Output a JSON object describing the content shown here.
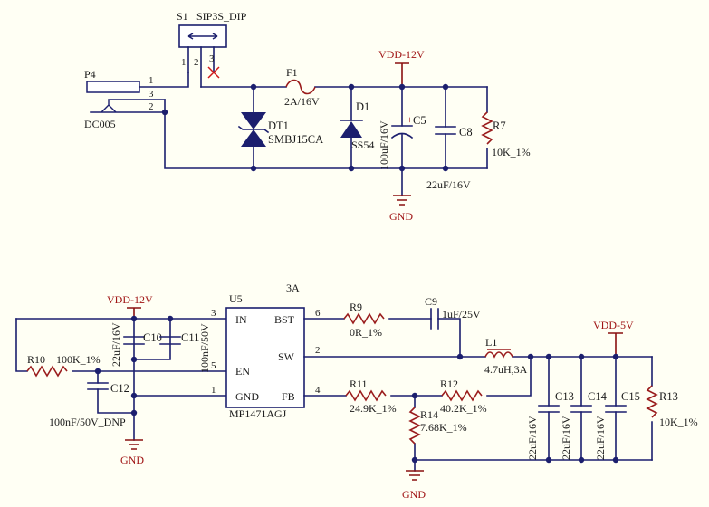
{
  "top": {
    "s1": {
      "ref": "S1",
      "value": "SIP3S_DIP",
      "pins": [
        "1",
        "2",
        "3"
      ]
    },
    "p4": {
      "ref": "P4",
      "value": "DC005",
      "pins": [
        "1",
        "3",
        "2"
      ]
    },
    "f1": {
      "ref": "F1",
      "value": "2A/16V"
    },
    "dt1": {
      "ref": "DT1",
      "value": "SMBJ15CA"
    },
    "d1": {
      "ref": "D1",
      "value": "SS54"
    },
    "c5": {
      "ref": "C5",
      "value": "100uF/16V",
      "polarity": "+"
    },
    "c8": {
      "ref": "C8",
      "value": "22uF/16V"
    },
    "r7": {
      "ref": "R7",
      "value": "10K_1%"
    },
    "vdd": "VDD-12V",
    "gnd": "GND"
  },
  "bottom": {
    "vdd_in": "VDD-12V",
    "vdd_out": "VDD-5V",
    "gnd_left": "GND",
    "gnd_mid": "GND",
    "note": "3A",
    "u5": {
      "ref": "U5",
      "value": "MP1471AGJ",
      "pins": {
        "in": "IN",
        "en": "EN",
        "gnd": "GND",
        "bst": "BST",
        "sw": "SW",
        "fb": "FB"
      },
      "pin_numbers": {
        "in": "3",
        "en": "5",
        "gnd": "1",
        "bst": "6",
        "sw": "2",
        "fb": "4"
      }
    },
    "r9": {
      "ref": "R9",
      "value": "0R_1%"
    },
    "c9": {
      "ref": "C9",
      "value": "1uF/25V"
    },
    "l1": {
      "ref": "L1",
      "value": "4.7uH,3A"
    },
    "r10": {
      "ref": "R10",
      "value": "100K_1%"
    },
    "c10": {
      "ref": "C10",
      "value": "22uF/16V"
    },
    "c11": {
      "ref": "C11",
      "value": "100nF/50V"
    },
    "c12": {
      "ref": "C12",
      "value": "100nF/50V_DNP"
    },
    "r11": {
      "ref": "R11",
      "value": "24.9K_1%"
    },
    "r12": {
      "ref": "R12",
      "value": "40.2K_1%"
    },
    "r14": {
      "ref": "R14",
      "value": "7.68K_1%"
    },
    "c13": {
      "ref": "C13",
      "value": "22uF/16V"
    },
    "c14": {
      "ref": "C14",
      "value": "22uF/16V"
    },
    "c15": {
      "ref": "C15",
      "value": "22uF/16V"
    },
    "r13": {
      "ref": "R13",
      "value": "10K_1%"
    }
  }
}
